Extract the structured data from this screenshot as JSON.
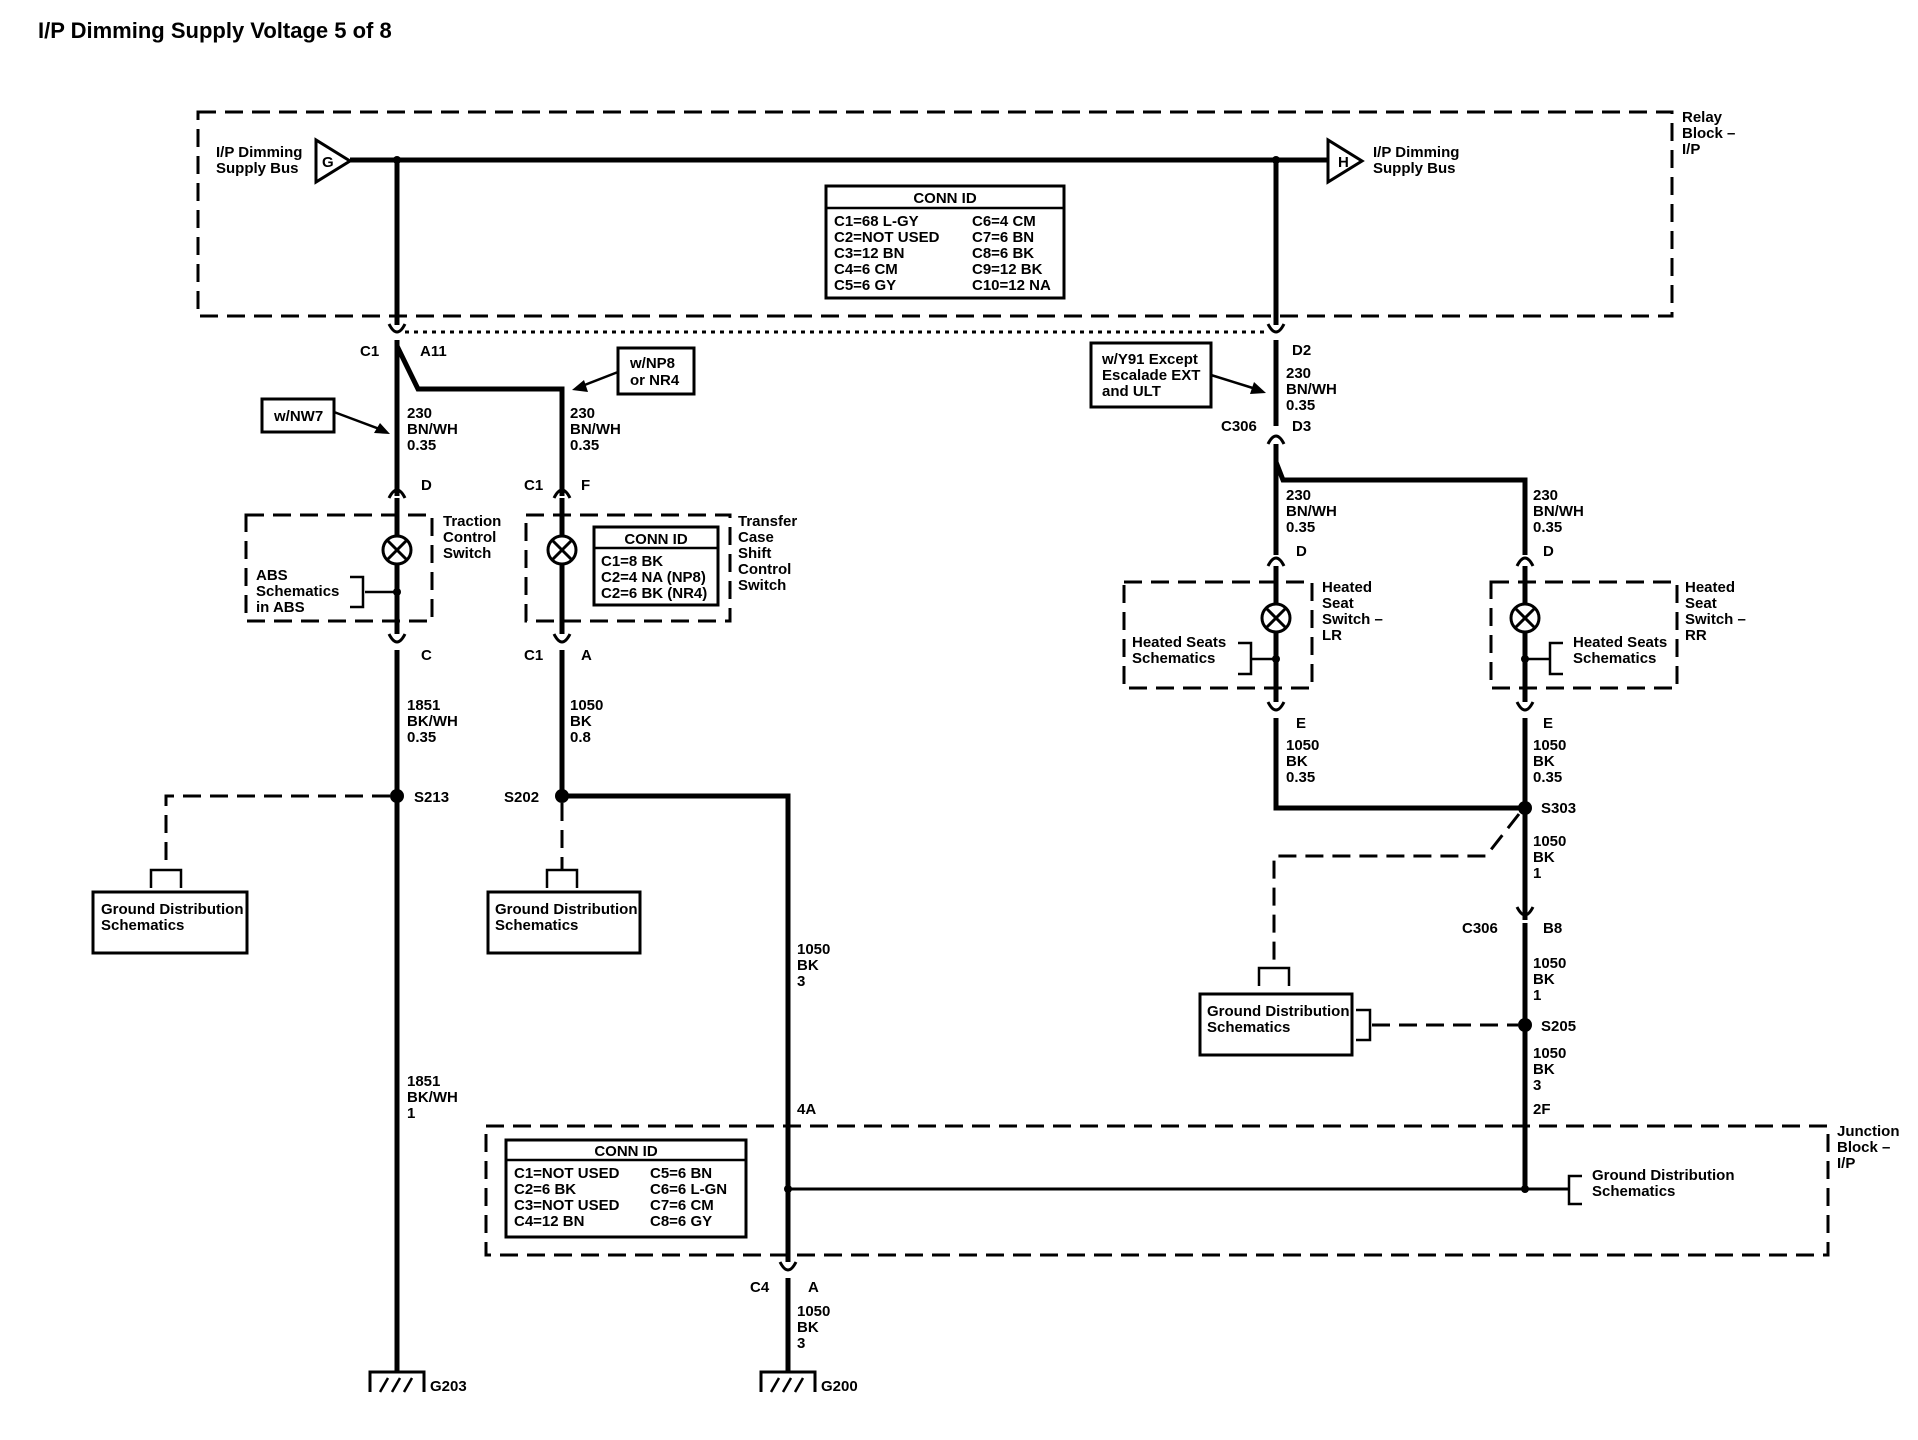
{
  "title": "I/P Dimming Supply Voltage 5 of 8",
  "relay_block": {
    "label": [
      "Relay",
      "Block –",
      "I/P"
    ],
    "bus_left": {
      "letter": "G",
      "label": [
        "I/P Dimming",
        "Supply Bus"
      ]
    },
    "bus_right": {
      "letter": "H",
      "label": [
        "I/P Dimming",
        "Supply Bus"
      ]
    },
    "conn_id": {
      "title": "CONN ID",
      "left": [
        "C1=68 L-GY",
        "C2=NOT USED",
        "C3=12 BN",
        "C4=6 CM",
        "C5=6 GY"
      ],
      "right": [
        "C6=4 CM",
        "C7=6 BN",
        "C8=6 BK",
        "C9=12 BK",
        "C10=12 NA"
      ]
    }
  },
  "connectors": {
    "c1": "C1",
    "a11": "A11",
    "d2": "D2",
    "c306": "C306",
    "d3": "D3",
    "d": "D",
    "c": "C",
    "f": "F",
    "a": "A",
    "e": "E",
    "b8": "B8",
    "c4": "C4",
    "c306b": "C306",
    "c1b": "C1",
    "c1c": "C1"
  },
  "notes": {
    "nw7": "w/NW7",
    "np8": [
      "w/NP8",
      "or NR4"
    ],
    "y91": [
      "w/Y91 Except",
      "Escalade EXT",
      "and ULT"
    ]
  },
  "wires": {
    "w230": [
      "230",
      "BN/WH",
      "0.35"
    ],
    "w1851a": [
      "1851",
      "BK/WH",
      "0.35"
    ],
    "w1850": [
      "1050",
      "BK",
      "0.8"
    ],
    "w1050_035": [
      "1050",
      "BK",
      "0.35"
    ],
    "w1050_1": [
      "1050",
      "BK",
      "1"
    ],
    "w1050_3": [
      "1050",
      "BK",
      "3"
    ],
    "w1851b": [
      "1851",
      "BK/WH",
      "1"
    ]
  },
  "components": {
    "traction": [
      "Traction",
      "Control",
      "Switch"
    ],
    "abs": [
      "ABS",
      "Schematics",
      "in ABS"
    ],
    "transfer": [
      "Transfer",
      "Case",
      "Shift",
      "Control",
      "Switch"
    ],
    "transfer_conn": {
      "title": "CONN ID",
      "rows": [
        "C1=8 BK",
        "C2=4 NA (NP8)",
        "C2=6 BK (NR4)"
      ]
    },
    "heated_lr": [
      "Heated",
      "Seat",
      "Switch –",
      "LR"
    ],
    "heated_rr": [
      "Heated",
      "Seat",
      "Switch –",
      "RR"
    ],
    "heated_schem": [
      "Heated Seats",
      "Schematics"
    ]
  },
  "splices": {
    "s213": "S213",
    "s202": "S202",
    "s303": "S303",
    "s205": "S205"
  },
  "ground_dist": [
    "Ground Distribution",
    "Schematics"
  ],
  "grounds": {
    "g203": "G203",
    "g200": "G200"
  },
  "junction_block": {
    "label": [
      "Junction",
      "Block –",
      "I/P"
    ],
    "pin_4a": "4A",
    "pin_2f": "2F",
    "conn_id": {
      "title": "CONN ID",
      "left": [
        "C1=NOT USED",
        "C2=6 BK",
        "C3=NOT USED",
        "C4=12 BN"
      ],
      "right": [
        "C5=6 BN",
        "C6=6 L-GN",
        "C7=6 CM",
        "C8=6 GY"
      ]
    }
  }
}
